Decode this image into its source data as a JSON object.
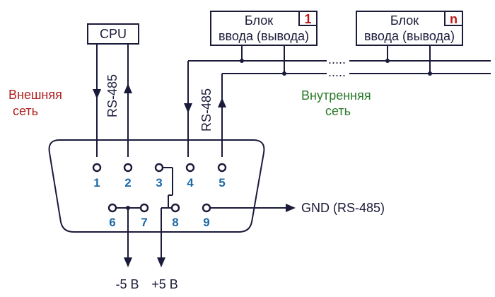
{
  "cpu_label": "CPU",
  "rs485_label": "RS-485",
  "external_network": [
    "Внешняя",
    "сеть"
  ],
  "internal_network": [
    "Внутренняя",
    "сеть"
  ],
  "io_blocks": [
    {
      "title": "Блок",
      "subtitle": "ввода (вывода)",
      "badge": "1"
    },
    {
      "title": "Блок",
      "subtitle": "ввода (вывода)",
      "badge": "n"
    }
  ],
  "bus_ellipsis": ".....",
  "pins": [
    "1",
    "2",
    "3",
    "4",
    "5",
    "6",
    "7",
    "8",
    "9"
  ],
  "gnd_label": "GND (RS-485)",
  "power": {
    "minus": "-5 В",
    "plus": "+5 В"
  },
  "colors": {
    "line": "#1a1a3a",
    "pin_numbers": "#1e6aa8",
    "external": "#b02020",
    "internal": "#2a7a2a",
    "badge": "#c01818"
  }
}
